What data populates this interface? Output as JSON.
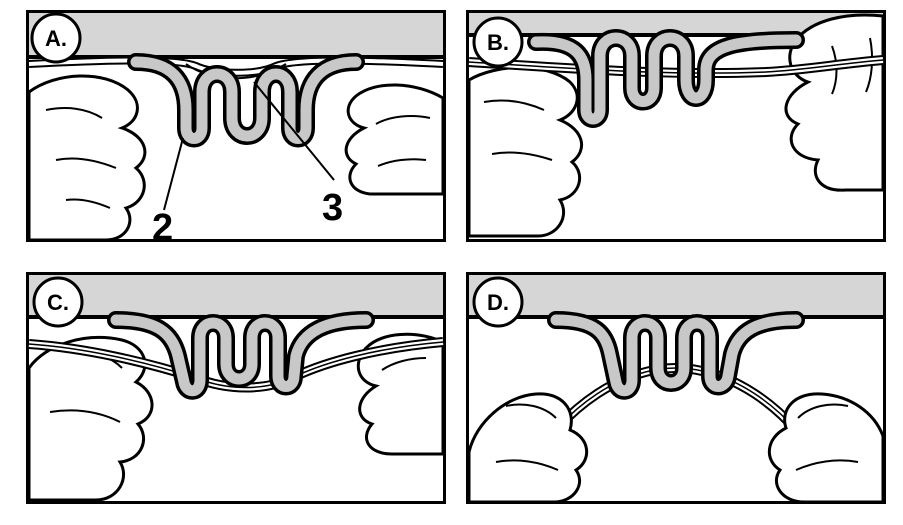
{
  "panels": [
    {
      "id": "a",
      "label": "A."
    },
    {
      "id": "b",
      "label": "B."
    },
    {
      "id": "c",
      "label": "C."
    },
    {
      "id": "d",
      "label": "D."
    }
  ],
  "callouts": {
    "wire_label": "2",
    "clip_label": "3"
  },
  "colors": {
    "strip": "#d6d6d6",
    "clip": "#c8c8c8",
    "outline": "#000000",
    "background": "#ffffff"
  }
}
